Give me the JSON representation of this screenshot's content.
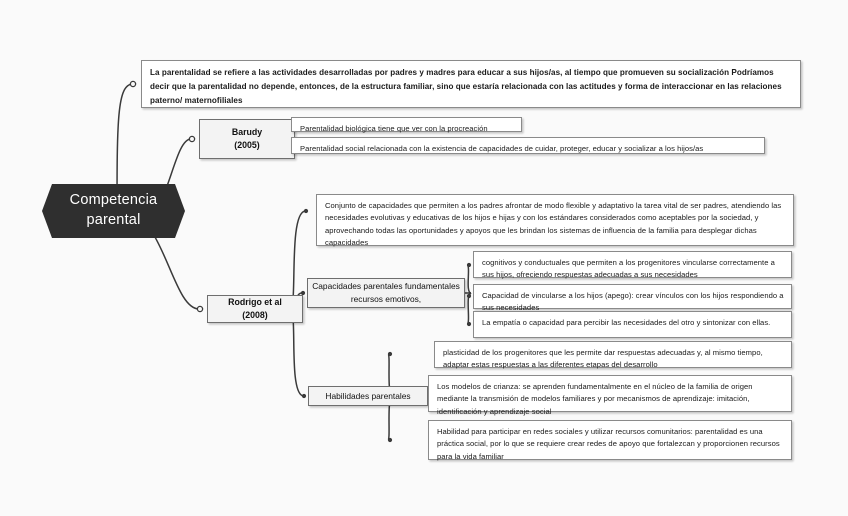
{
  "diagram": {
    "title": "Competencia parental",
    "background_color": "#fafafa",
    "root": {
      "label": "Competencia\nparental",
      "fill_color": "#2f2f2f",
      "text_color": "#ffffff",
      "shape": "hexagon"
    },
    "definition": "La parentalidad se refiere a las actividades desarrolladas por padres y madres para educar a sus hijos/as, al tiempo que promueven su socialización Podríamos decir que la parentalidad no depende, entonces, de la estructura familiar, sino que estaría relacionada con las actitudes y forma de interaccionar en las relaciones paterno/ maternofiliales",
    "branches": [
      {
        "id": "barudy",
        "label": "Barudy\n(2005)",
        "items": [
          "Parentalidad biológica tiene que ver con la procreación",
          "Parentalidad social relacionada con la existencia de capacidades de cuidar, proteger, educar y socializar a los hijos/as"
        ]
      },
      {
        "id": "rodrigo",
        "label": "Rodrigo et al\n(2008)",
        "main": "Conjunto de capacidades que permiten a los padres afrontar de modo flexible y adaptativo la tarea vital de ser padres, atendiendo las necesidades evolutivas y educativas de los hijos e hijas y con los estándares considerados como aceptables por la sociedad, y aprovechando todas las oportunidades y apoyos que les brindan los sistemas de influencia de la familia para desplegar dichas capacidades",
        "subbranches": [
          {
            "id": "capacidades",
            "label": "Capacidades parentales fundamentales recursos emotivos,",
            "items": [
              "cognitivos y conductuales que permiten a los progenitores vincularse correctamente a sus hijos, ofreciendo respuestas adecuadas a sus necesidades",
              "Capacidad de vincularse a los hijos (apego): crear vínculos con los hijos respondiendo a sus necesidades",
              "La empatía o capacidad para percibir las necesidades del otro y sintonizar con ellas."
            ]
          },
          {
            "id": "habilidades",
            "label": "Habilidades parentales",
            "items": [
              "plasticidad de los progenitores que les permite dar respuestas adecuadas y, al mismo tiempo, adaptar estas respuestas a las diferentes etapas del desarrollo",
              "Los modelos de crianza: se aprenden fundamentalmente en el núcleo de la familia de origen mediante la transmisión de modelos familiares y por mecanismos de aprendizaje: imitación, identificación  y aprendizaje social",
              "Habilidad para participar en redes sociales y utilizar recursos comunitarios: parentalidad es una práctica social, por lo que se requiere crear redes de apoyo que fortalezcan y proporcionen recursos para la vida familiar"
            ]
          }
        ]
      }
    ]
  }
}
